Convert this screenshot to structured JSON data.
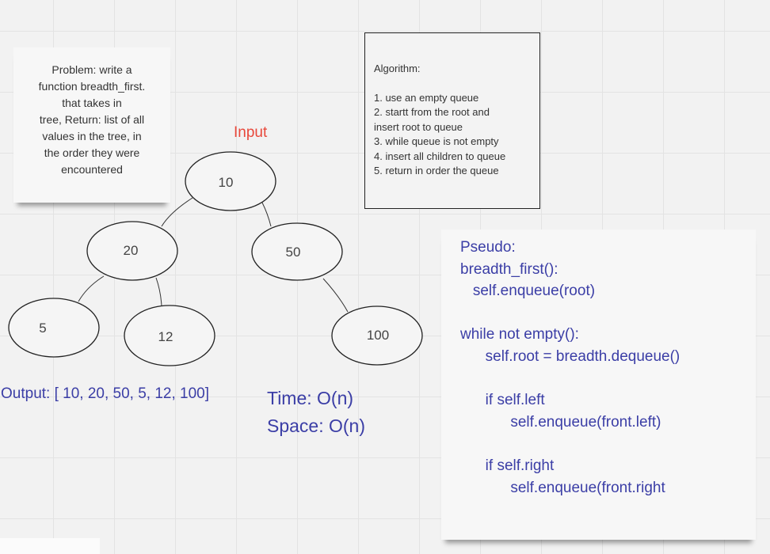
{
  "problem": {
    "lines": [
      "Problem: write a",
      "function breadth_first.",
      "that takes in",
      "tree, Return: list of all",
      "values in the tree, in",
      "the order they were",
      "encountered"
    ]
  },
  "algorithm": {
    "title": "Algorithm:",
    "steps": [
      "1. use an empty queue",
      "2. startt from the root and",
      "insert root to queue",
      "3. while queue is not empty",
      "4. insert all children to queue",
      "5. return in order the queue"
    ]
  },
  "input_label": "Input",
  "tree": {
    "nodes": [
      "10",
      "20",
      "50",
      "5",
      "12",
      "100"
    ]
  },
  "output_text": "Output: [ 10, 20, 50, 5, 12, 100]",
  "complexity": {
    "time": "Time: O(n)",
    "space": "Space: O(n)"
  },
  "pseudo": {
    "lines": [
      "Pseudo:",
      "breadth_first():",
      "   self.enqueue(root)",
      "",
      "while not empty():",
      "      self.root = breadth.dequeue()",
      "",
      "      if self.left",
      "            self.enqueue(front.left)",
      "",
      "      if self.right",
      "            self.enqueue(front.right"
    ]
  },
  "colors": {
    "input_label": "#e8483b",
    "handwriting_blue": "#3b3ea6"
  }
}
